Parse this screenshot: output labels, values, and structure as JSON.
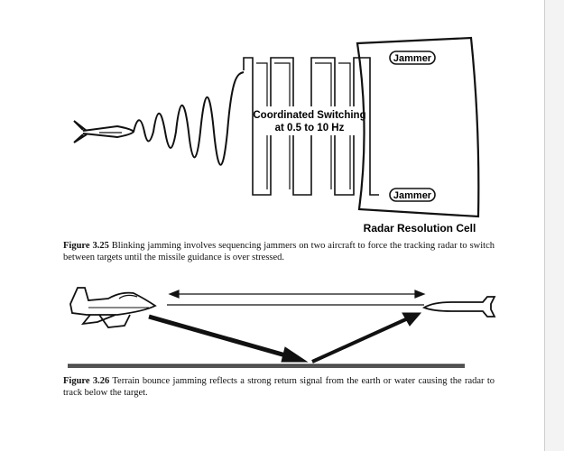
{
  "figure_3_25": {
    "label_jammer_top": "Jammer",
    "label_jammer_bottom": "Jammer",
    "switching_line1": "Coordinated Switching",
    "switching_line2": "at 0.5 to 10 Hz",
    "cell_label": "Radar Resolution Cell",
    "caption_number": "Figure 3.25",
    "caption_text": " Blinking jamming involves sequencing jammers on two aircraft to force the tracking radar to switch between targets until the missile guidance is over stressed."
  },
  "figure_3_26": {
    "caption_number": "Figure 3.26",
    "caption_text": " Terrain bounce jamming reflects a strong return signal from the earth or water causing the radar to track below the target."
  }
}
